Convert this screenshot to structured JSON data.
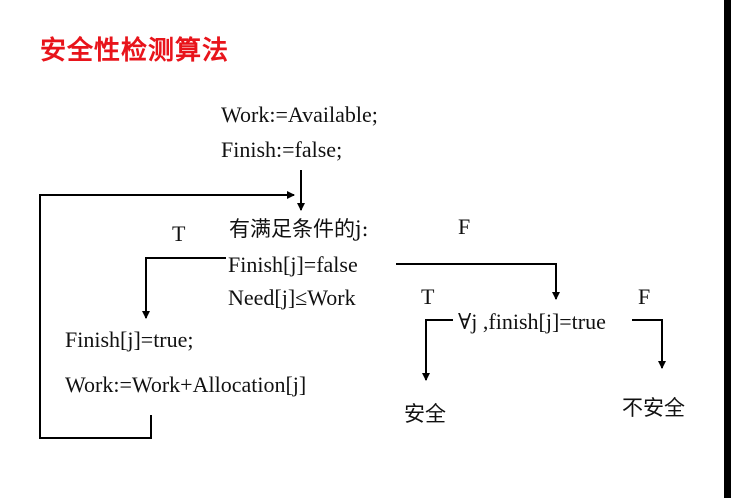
{
  "title": "安全性检测算法",
  "init": {
    "line1": "Work:=Available;",
    "line2": "Finish:=false;"
  },
  "condition": {
    "question": "有满足条件的j:",
    "line1": "Finish[j]=false",
    "line2": "Need[j]≤Work"
  },
  "branch_labels": {
    "cond_true": "T",
    "cond_false": "F",
    "check_true": "T",
    "check_false": "F"
  },
  "update": {
    "line1": "Finish[j]=true;",
    "line2": "Work:=Work+Allocation[j]"
  },
  "check": {
    "text": "∀j ,finish[j]=true"
  },
  "results": {
    "safe": "安全",
    "unsafe": "不安全"
  },
  "colors": {
    "title": "#e8141b",
    "lines": "#000000",
    "text": "#111111"
  }
}
